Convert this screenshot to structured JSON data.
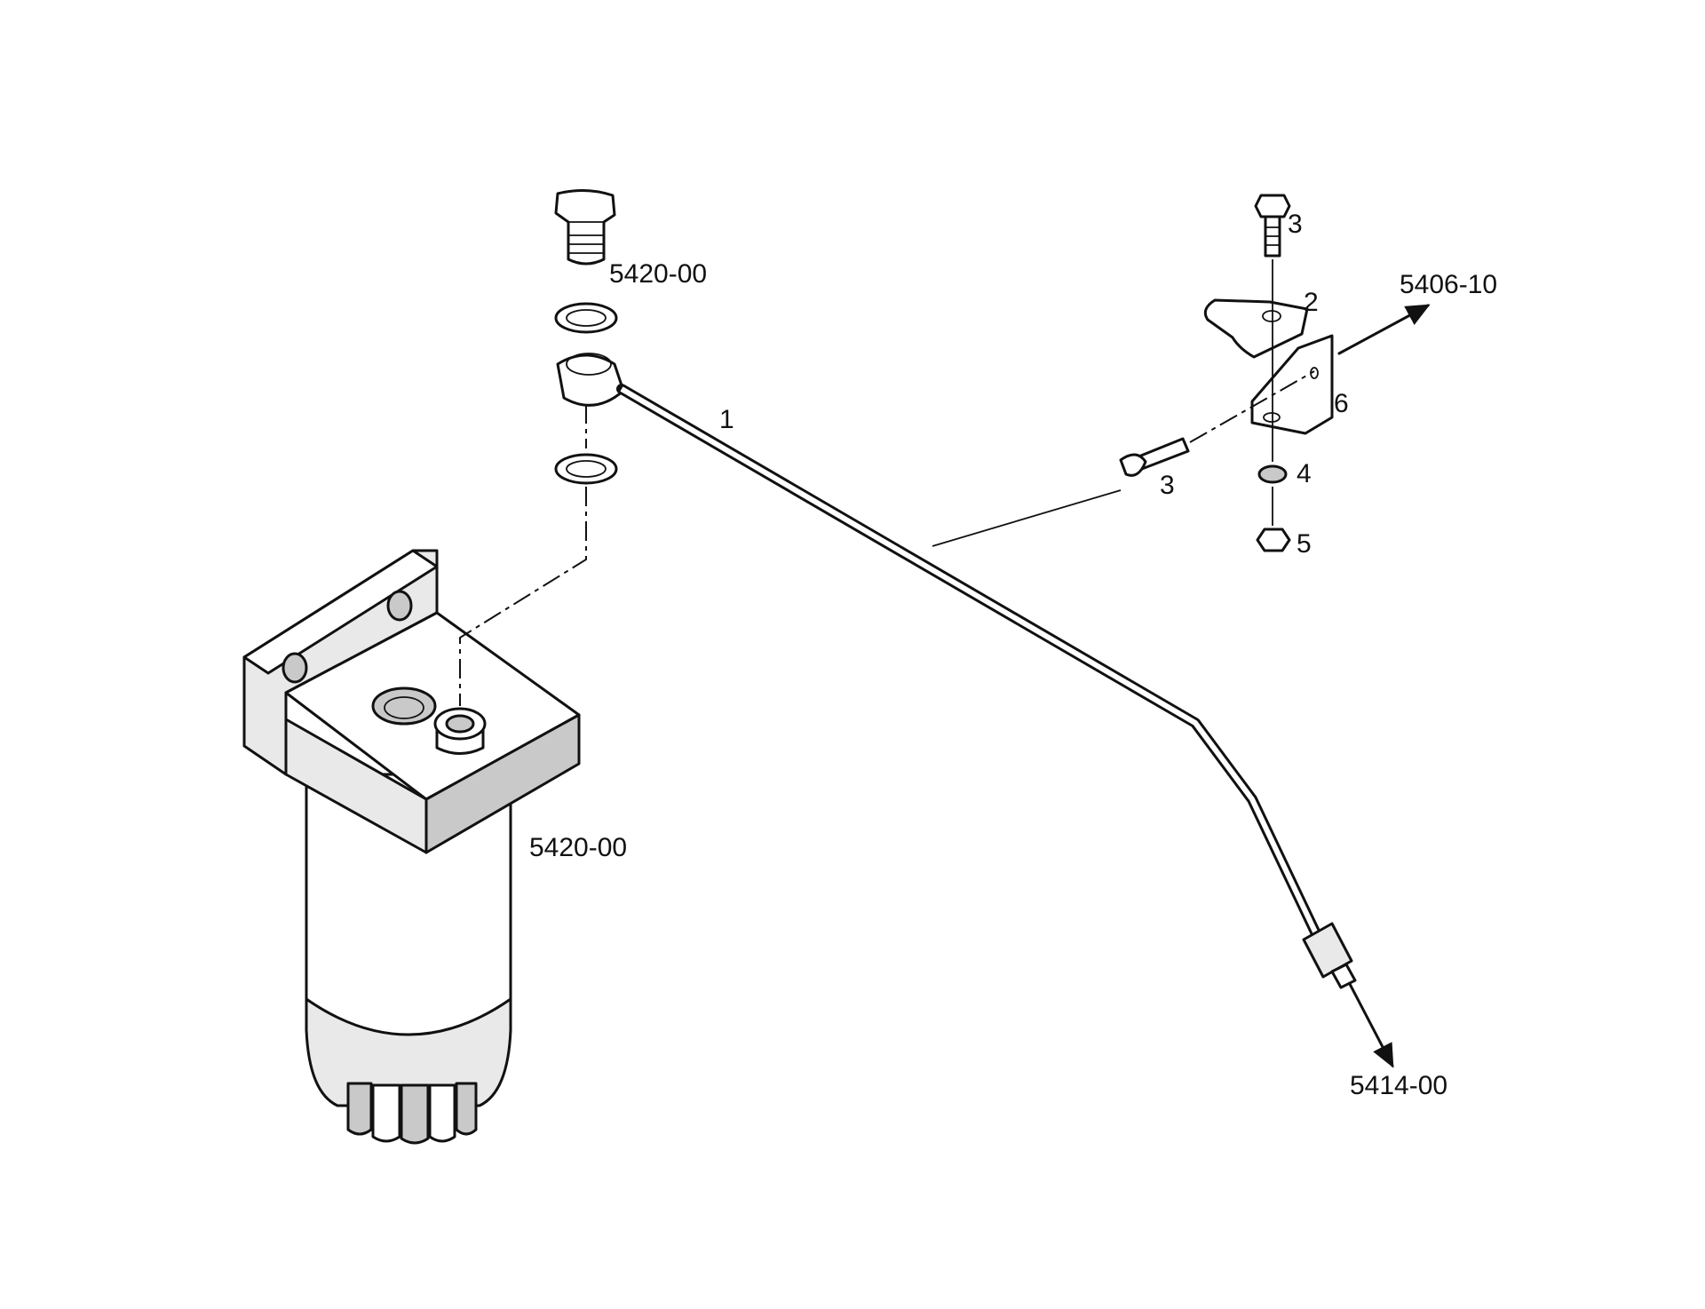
{
  "labels": {
    "banjo_bolt_ref": "5420-00",
    "filter_ref": "5420-00",
    "to_ref_1": "5406-10",
    "to_ref_2": "5414-00",
    "pipe_item": "1",
    "clamp_item": "2",
    "bolt_item_top": "3",
    "bolt_item_left": "3",
    "washer_item": "4",
    "nut_item": "5",
    "bracket_item": "6"
  },
  "colors": {
    "line": "#111111",
    "fill_light": "#e9e9e9",
    "fill_dark": "#c9c9c9",
    "background": "#ffffff"
  }
}
